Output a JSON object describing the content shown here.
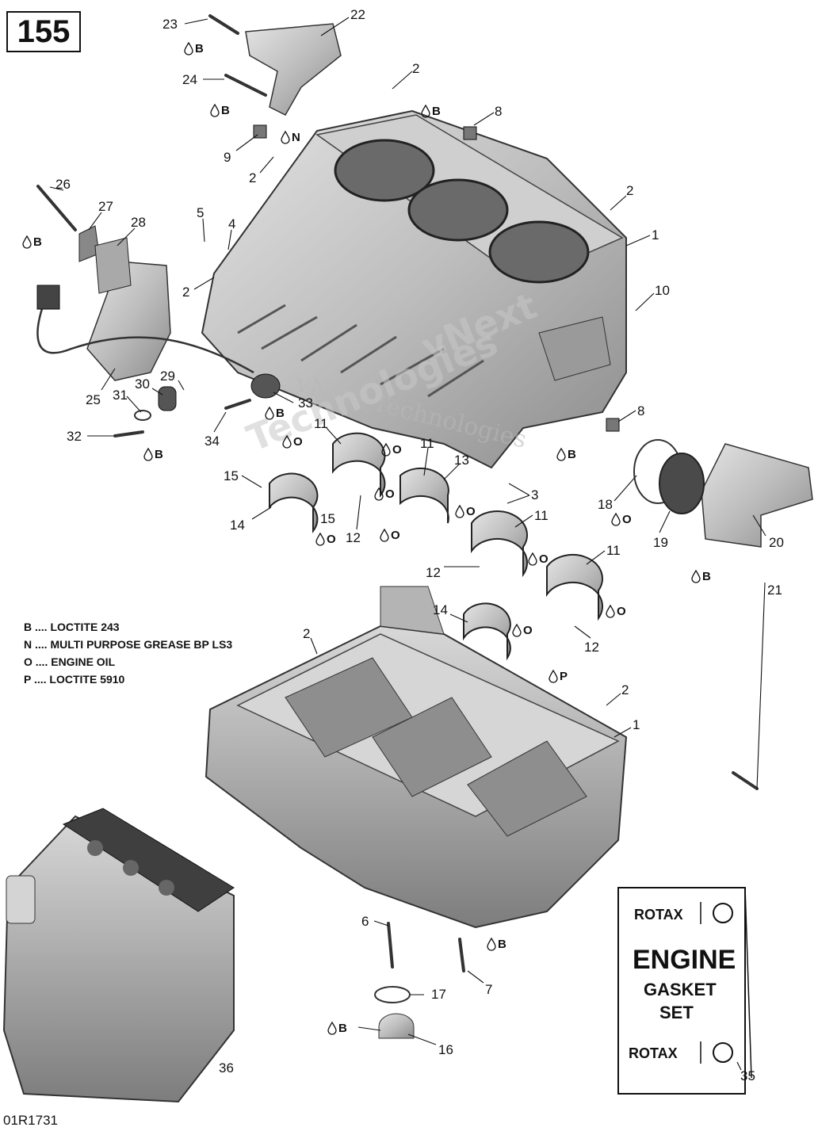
{
  "page_number": "155",
  "drawing_code": "01R1731",
  "legend": [
    {
      "code": "B",
      "text": "B .... LOCTITE 243"
    },
    {
      "code": "N",
      "text": "N .... MULTI PURPOSE GREASE BP LS3"
    },
    {
      "code": "O",
      "text": "O .... ENGINE OIL"
    },
    {
      "code": "P",
      "text": "P .... LOCTITE 5910"
    }
  ],
  "watermark": {
    "line1": "vNext Technologies",
    "line2": "vNext",
    "line3": "Technologies"
  },
  "kit": {
    "brand": "ROTAX",
    "line1": "ENGINE",
    "line2": "GASKET",
    "line3": "SET",
    "brand2": "ROTAX"
  },
  "callouts": [
    {
      "id": "c23",
      "label": "23"
    },
    {
      "id": "c22",
      "label": "22"
    },
    {
      "id": "c24",
      "label": "24"
    },
    {
      "id": "c2a",
      "label": "2"
    },
    {
      "id": "c8a",
      "label": "8"
    },
    {
      "id": "c9",
      "label": "9"
    },
    {
      "id": "c2b",
      "label": "2"
    },
    {
      "id": "c26",
      "label": "26"
    },
    {
      "id": "c27",
      "label": "27"
    },
    {
      "id": "c28",
      "label": "28"
    },
    {
      "id": "c5",
      "label": "5"
    },
    {
      "id": "c4",
      "label": "4"
    },
    {
      "id": "c2c",
      "label": "2"
    },
    {
      "id": "c1a",
      "label": "1"
    },
    {
      "id": "c2d",
      "label": "2"
    },
    {
      "id": "c10",
      "label": "10"
    },
    {
      "id": "c25",
      "label": "25"
    },
    {
      "id": "c31",
      "label": "31"
    },
    {
      "id": "c30",
      "label": "30"
    },
    {
      "id": "c29",
      "label": "29"
    },
    {
      "id": "c33",
      "label": "33"
    },
    {
      "id": "c32",
      "label": "32"
    },
    {
      "id": "c34",
      "label": "34"
    },
    {
      "id": "c8b",
      "label": "8"
    },
    {
      "id": "c11a",
      "label": "11"
    },
    {
      "id": "c11b",
      "label": "11"
    },
    {
      "id": "c13",
      "label": "13"
    },
    {
      "id": "c3",
      "label": "3"
    },
    {
      "id": "c15a",
      "label": "15"
    },
    {
      "id": "c15b",
      "label": "15"
    },
    {
      "id": "c14a",
      "label": "14"
    },
    {
      "id": "c12a",
      "label": "12"
    },
    {
      "id": "c11c",
      "label": "11"
    },
    {
      "id": "c12b",
      "label": "12"
    },
    {
      "id": "c18",
      "label": "18"
    },
    {
      "id": "c19",
      "label": "19"
    },
    {
      "id": "c20",
      "label": "20"
    },
    {
      "id": "c11d",
      "label": "11"
    },
    {
      "id": "c21",
      "label": "21"
    },
    {
      "id": "c14b",
      "label": "14"
    },
    {
      "id": "c12c",
      "label": "12"
    },
    {
      "id": "c2e",
      "label": "2"
    },
    {
      "id": "c2f",
      "label": "2"
    },
    {
      "id": "c1b",
      "label": "1"
    },
    {
      "id": "c6",
      "label": "6"
    },
    {
      "id": "c7",
      "label": "7"
    },
    {
      "id": "c17",
      "label": "17"
    },
    {
      "id": "c16",
      "label": "16"
    },
    {
      "id": "c36",
      "label": "36"
    },
    {
      "id": "c35",
      "label": "35"
    }
  ],
  "marks": [
    {
      "id": "m1",
      "text": "B"
    },
    {
      "id": "m2",
      "text": "B"
    },
    {
      "id": "m3",
      "text": "N"
    },
    {
      "id": "m4",
      "text": "B"
    },
    {
      "id": "m5",
      "text": "B"
    },
    {
      "id": "m6",
      "text": "B"
    },
    {
      "id": "m7",
      "text": "B"
    },
    {
      "id": "m8",
      "text": "O"
    },
    {
      "id": "m9",
      "text": "O"
    },
    {
      "id": "m10",
      "text": "O"
    },
    {
      "id": "m11",
      "text": "O"
    },
    {
      "id": "m12",
      "text": "O"
    },
    {
      "id": "m13",
      "text": "O"
    },
    {
      "id": "m14",
      "text": "B"
    },
    {
      "id": "m15",
      "text": "O"
    },
    {
      "id": "m16",
      "text": "O"
    },
    {
      "id": "m17",
      "text": "O"
    },
    {
      "id": "m18",
      "text": "B"
    },
    {
      "id": "m19",
      "text": "O"
    },
    {
      "id": "m20",
      "text": "P"
    },
    {
      "id": "m21",
      "text": "B"
    },
    {
      "id": "m22",
      "text": "B"
    }
  ]
}
